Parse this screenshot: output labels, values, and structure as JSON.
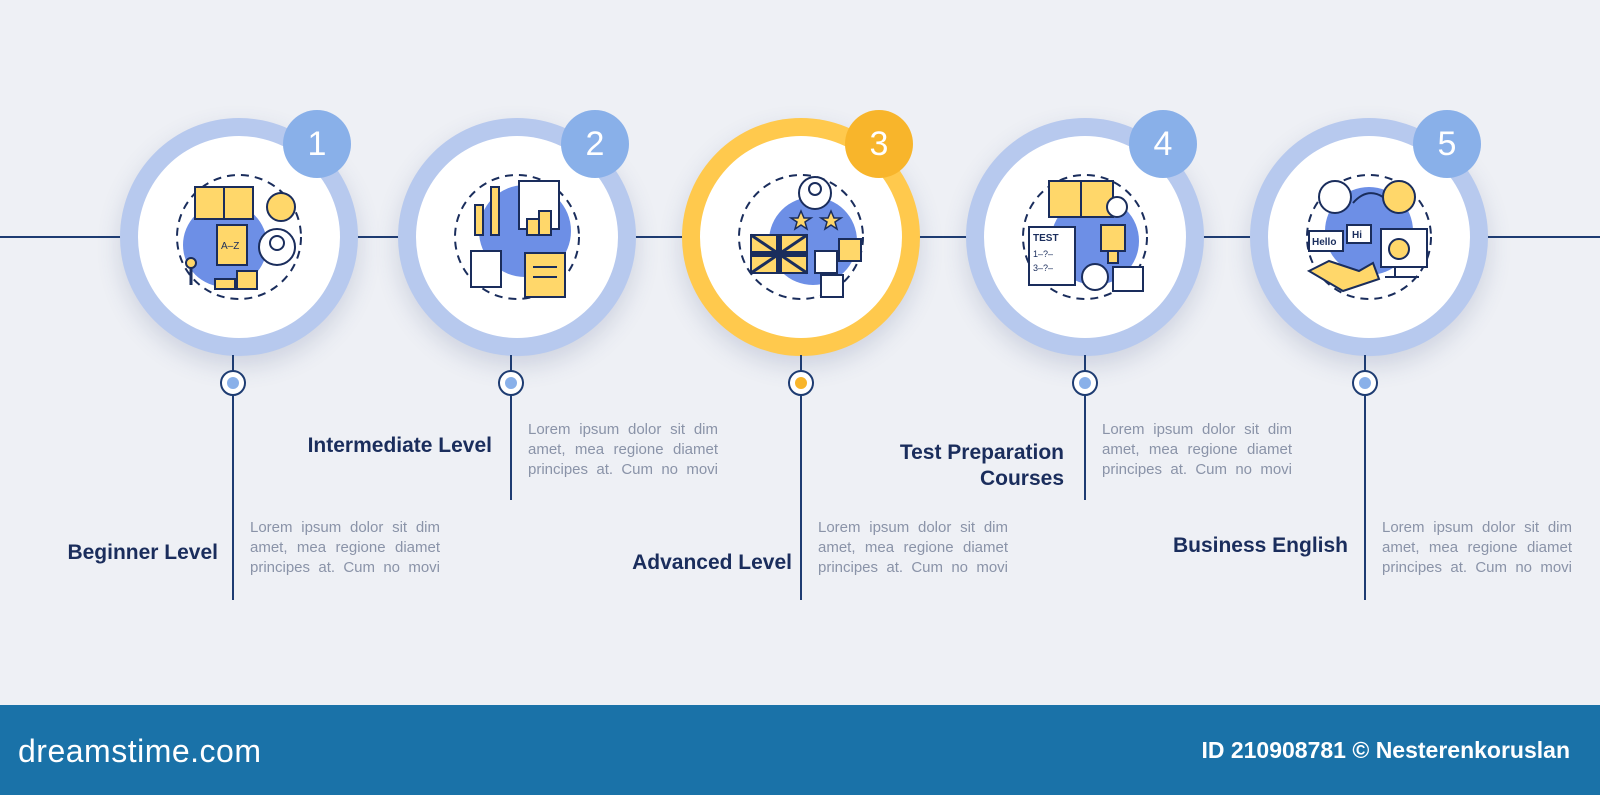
{
  "colors": {
    "accent_blue": "#89b0e9",
    "accent_yellow": "#f8b52b",
    "navy": "#1e3c72",
    "footer": "#1a72a8"
  },
  "steps": [
    {
      "number": "1",
      "title": "Beginner Level",
      "description": "Lorem ipsum dolor sit dim amet, mea regione diamet principes at. Cum no movi",
      "icon": "book-az-person-icon"
    },
    {
      "number": "2",
      "title": "Intermediate Level",
      "description": "Lorem ipsum dolor sit dim amet, mea regione diamet principes at. Cum no movi",
      "icon": "progress-hand-notes-icon"
    },
    {
      "number": "3",
      "title": "Advanced Level",
      "description": "Lorem ipsum dolor sit dim amet, mea regione diamet principes at. Cum no movi",
      "icon": "uk-flag-puzzle-stars-icon"
    },
    {
      "number": "4",
      "title": "Test Preparation Courses",
      "description": "Lorem ipsum dolor sit dim amet, mea regione diamet principes at. Cum no movi",
      "icon": "test-book-trophy-icon"
    },
    {
      "number": "5",
      "title": "Business English",
      "description": "Lorem ipsum dolor sit dim amet, mea regione diamet principes at. Cum no movi",
      "icon": "handshake-hello-chart-icon"
    }
  ],
  "footer": {
    "logo": "dreamstime.com",
    "credit": "ID 210908781 © Nesterenkoruslan"
  }
}
